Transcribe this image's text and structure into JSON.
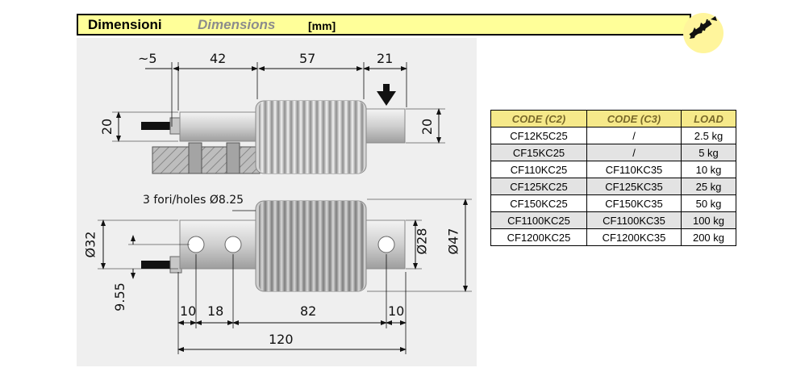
{
  "header": {
    "title": "Dimensioni",
    "subtitle": "Dimensions",
    "unit": "[mm]",
    "caliper_icon": "caliper-icon",
    "bar_color": "#ffff99"
  },
  "drawing": {
    "top_view": {
      "dim_approx5": "~5",
      "dim_42": "42",
      "dim_57": "57",
      "dim_21": "21",
      "dim_height_left": "20",
      "dim_height_right": "20",
      "load_arrow_icon": "down-arrow-icon"
    },
    "bottom_view": {
      "holes_note": "3 fori/holes Ø8.25",
      "dia_32": "Ø32",
      "dia_28": "Ø28",
      "dia_47": "Ø47",
      "dim_9_55": "9.55",
      "dim_10_left": "10",
      "dim_18": "18",
      "dim_82": "82",
      "dim_10_right": "10",
      "dim_120": "120"
    }
  },
  "table": {
    "headers": [
      "CODE (C2)",
      "CODE (C3)",
      "LOAD"
    ],
    "header_color": "#f6e98a",
    "rows": [
      [
        "CF12K5C25",
        "/",
        "2.5 kg"
      ],
      [
        "CF15KC25",
        "/",
        "5 kg"
      ],
      [
        "CF110KC25",
        "CF110KC35",
        "10 kg"
      ],
      [
        "CF125KC25",
        "CF125KC35",
        "25 kg"
      ],
      [
        "CF150KC25",
        "CF150KC35",
        "50 kg"
      ],
      [
        "CF1100KC25",
        "CF1100KC35",
        "100 kg"
      ],
      [
        "CF1200KC25",
        "CF1200KC35",
        "200 kg"
      ]
    ]
  }
}
